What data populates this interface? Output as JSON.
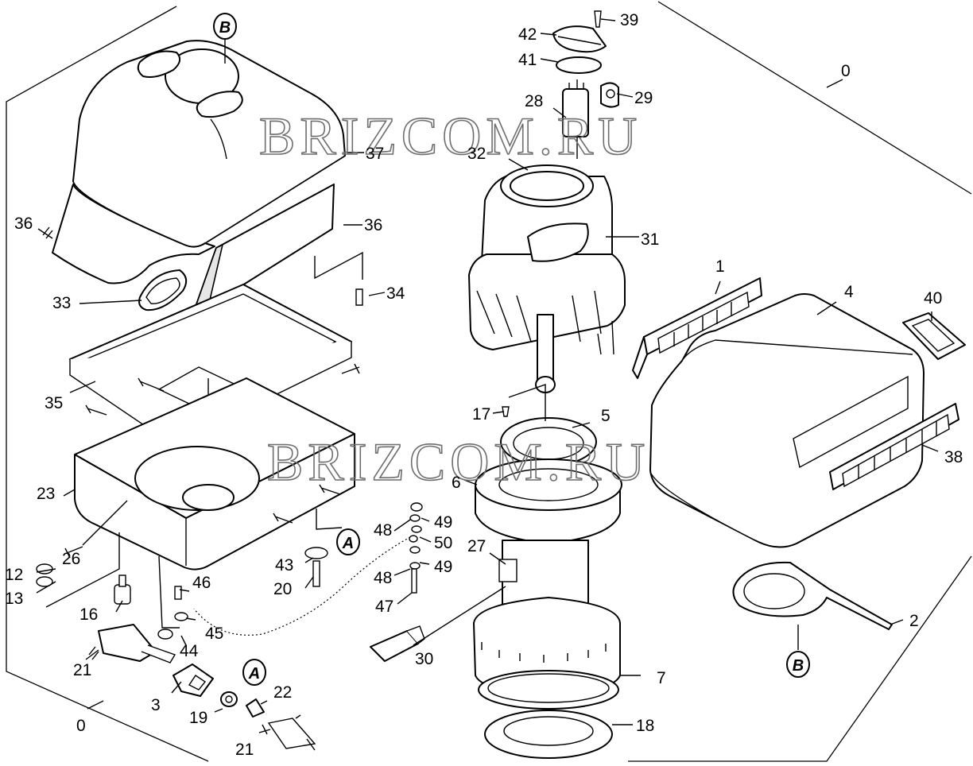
{
  "callouts": {
    "c0a": "0",
    "c0b": "0",
    "c1": "1",
    "c2": "2",
    "c3": "3",
    "c4": "4",
    "c5": "5",
    "c6": "6",
    "c7": "7",
    "c12": "12",
    "c13": "13",
    "c16": "16",
    "c17": "17",
    "c18": "18",
    "c19": "19",
    "c20": "20",
    "c21a": "21",
    "c21b": "21",
    "c22": "22",
    "c23": "23",
    "c26": "26",
    "c27": "27",
    "c28": "28",
    "c29": "29",
    "c30": "30",
    "c31": "31",
    "c32": "32",
    "c33": "33",
    "c34": "34",
    "c35": "35",
    "c36a": "36",
    "c36b": "36",
    "c37": "37",
    "c38": "38",
    "c39": "39",
    "c40": "40",
    "c41": "41",
    "c42": "42",
    "c43": "43",
    "c44": "44",
    "c45": "45",
    "c46": "46",
    "c47": "47",
    "c48a": "48",
    "c48b": "48",
    "c49a": "49",
    "c49b": "49",
    "c50": "50"
  },
  "refs": {
    "ref_b_top": "B",
    "ref_b_bottom": "B",
    "ref_a_mid": "A",
    "ref_a_low": "A"
  },
  "watermark": {
    "top": "BRIZCOM.RU",
    "middle": "BRIZCOM.RU"
  }
}
